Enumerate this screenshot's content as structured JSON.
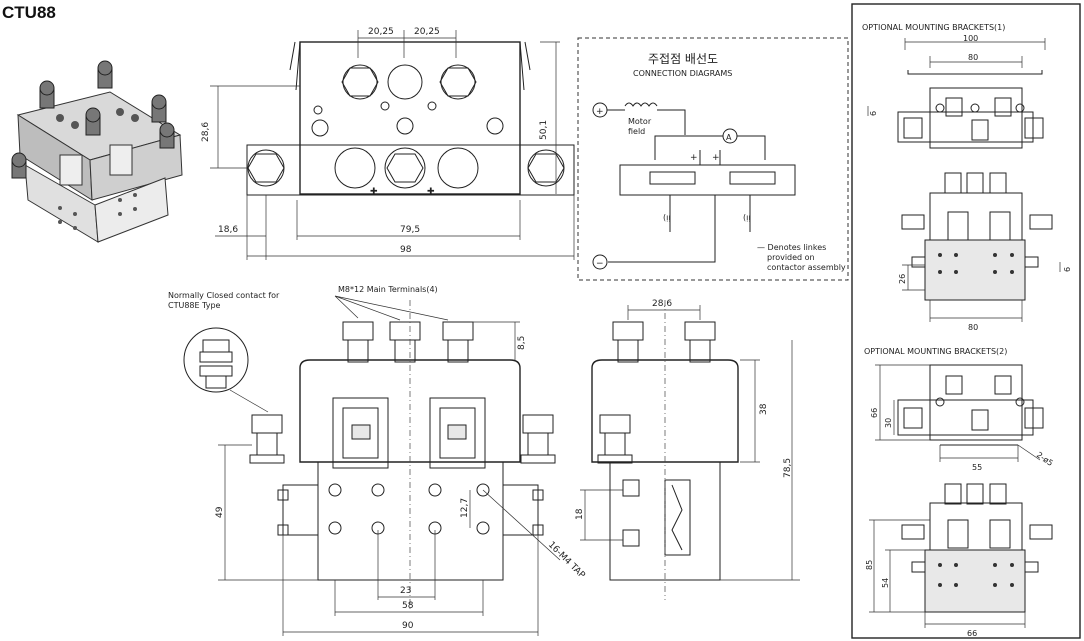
{
  "title": "CTU88",
  "top_view": {
    "dims": [
      "20,25",
      "20,25",
      "28,6",
      "50,1",
      "18,6",
      "79,5",
      "98"
    ]
  },
  "connection": {
    "title_kr": "주접점 배선도",
    "title_en": "CONNECTION DIAGRAMS",
    "plus_symbol": "+",
    "minus_symbol": "−",
    "motor_field_1": "Motor",
    "motor_field_2": "field",
    "ammeter": "A",
    "note_1": "— Denotes linkes",
    "note_2": "provided on",
    "note_3": "contactor assembly"
  },
  "front_view": {
    "nc_note_1": "Normally Closed contact for",
    "nc_note_2": "CTU88E Type",
    "terminals_note": "M8*12 Main Terminals(4)",
    "dims": [
      "8,5",
      "49",
      "12,7",
      "23",
      "58",
      "90"
    ],
    "tap_note": "16-M4 TAP"
  },
  "side_view": {
    "dims": [
      "28,6",
      "38",
      "78,5",
      "18"
    ]
  },
  "brackets1": {
    "title": "OPTIONAL MOUNTING BRACKETS(1)",
    "dims": [
      "100",
      "80",
      "6",
      "26",
      "6",
      "80"
    ]
  },
  "brackets2": {
    "title": "OPTIONAL MOUNTING BRACKETS(2)",
    "dims": [
      "66",
      "30",
      "55",
      "2-ø5",
      "85",
      "54",
      "66"
    ]
  }
}
